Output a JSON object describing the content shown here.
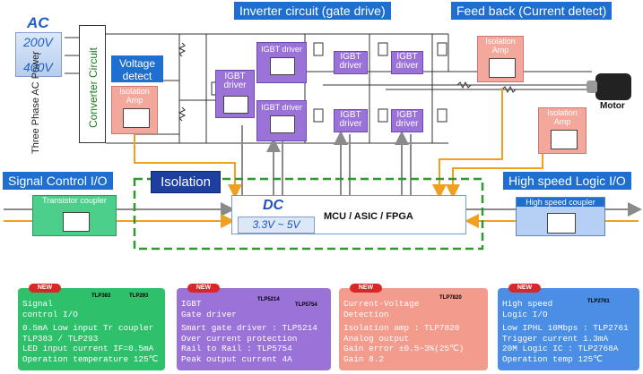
{
  "headers": {
    "inverter": "Inverter circuit (gate drive)",
    "feedback": "Feed back (Current detect)",
    "signal_io": "Signal Control I/O",
    "hs_logic": "High speed Logic I/O",
    "isolation": "Isolation"
  },
  "ac": {
    "title": "AC",
    "v1": "200V",
    "tilde": "~",
    "v2": "400V",
    "side_label": "Three Phase AC Power"
  },
  "converter": "Converter Circuit",
  "voltage_detect": "Voltage detect",
  "isolation_amp": "Isolation Amp",
  "igbt_driver": "IGBT driver",
  "motor": "Motor",
  "dc": {
    "title": "DC",
    "voltage": "3.3V ~ 5V",
    "mcu": "MCU / ASIC / FPGA"
  },
  "transistor_coupler": "Transistor coupler",
  "high_speed_coupler": "High speed coupler",
  "new_badge": "NEW",
  "panels": [
    {
      "id": "signal",
      "title": [
        "Signal",
        "control I/O"
      ],
      "parts": [
        "TLP383",
        "TLP293"
      ],
      "lines": [
        "0.5mA Low input Tr coupler",
        "TLP383 / TLP293",
        "LED input current IF=0.5mA",
        "Operation temperature 125℃"
      ]
    },
    {
      "id": "igbt",
      "title": [
        "IGBT",
        "Gate driver"
      ],
      "parts": [
        "TLP5214",
        "TLP5754"
      ],
      "lines": [
        "Smart gate driver : TLP5214",
        " Over current protection",
        "Rail to Rail : TLP5754",
        " Peak output current 4A"
      ]
    },
    {
      "id": "cv",
      "title": [
        "Current·Voltage",
        "Detection"
      ],
      "parts": [
        "TLP7820"
      ],
      "lines": [
        "Isolation amp : TLP7820",
        " Analog output",
        " Gain error ±0.5~3%(25℃)",
        " Gain 8.2"
      ]
    },
    {
      "id": "hs",
      "title": [
        "High speed",
        "Logic I/O"
      ],
      "parts": [
        "TLP2761"
      ],
      "lines": [
        "Low IPHL 10Mbps : TLP2761",
        " Trigger current 1.3mA",
        "20M Logic IC : TLP2768A",
        " Operation temp 125℃"
      ]
    }
  ],
  "colors": {
    "header_blue": "#1f6fd0",
    "igbt_purple": "#9a72d8",
    "iso_amp_pink": "#f4a89c",
    "transistor_green": "#4bcf8a",
    "orange_signal": "#f0a020",
    "gray_signal": "#8a8a8a",
    "isolation_dash": "#2e9a2e",
    "panel_green": "#2ec06a",
    "panel_purple": "#9a72d8",
    "panel_pink": "#f39b8c",
    "panel_blue": "#4a8ee6"
  }
}
